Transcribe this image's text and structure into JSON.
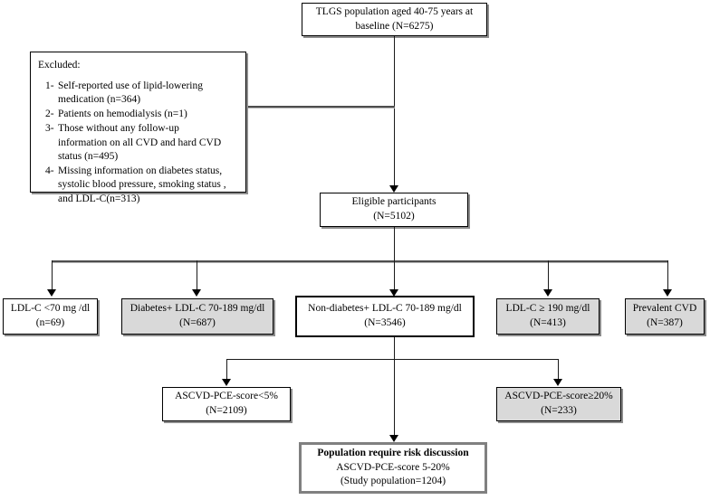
{
  "chart_data": {
    "type": "diagram",
    "title": "TLGS study participant flow diagram",
    "nodes": [
      {
        "id": "source",
        "label": "TLGS population aged 40-75 years at baseline (N=6275)",
        "n": 6275
      },
      {
        "id": "eligible",
        "label": "Eligible participants (N=5102)",
        "n": 5102
      },
      {
        "id": "ldl70",
        "label": "LDL-C <70 mg /dl (n=69)",
        "n": 69
      },
      {
        "id": "diabetes",
        "label": "Diabetes+ LDL-C 70-189 mg/dl (N=687)",
        "n": 687
      },
      {
        "id": "nondiabetes",
        "label": "Non-diabetes+ LDL-C 70-189 mg/dl (N=3546)",
        "n": 3546
      },
      {
        "id": "ldl190",
        "label": "LDL-C ≥ 190 mg/dl (N=413)",
        "n": 413
      },
      {
        "id": "prevalent",
        "label": "Prevalent CVD (N=387)",
        "n": 387
      },
      {
        "id": "score5",
        "label": "ASCVD-PCE-score<5% (N=2109)",
        "n": 2109
      },
      {
        "id": "score20",
        "label": "ASCVD-PCE-score≥20% (N=233)",
        "n": 233
      },
      {
        "id": "final",
        "label": "Population require risk discussion ASCVD-PCE-score 5-20% (Study population=1204)",
        "n": 1204
      }
    ]
  },
  "source_box": {
    "line1": "TLGS population aged 40-75 years at",
    "line2": "baseline (N=6275)"
  },
  "excluded_box": {
    "title": "Excluded:",
    "items": [
      {
        "num": "1-",
        "line1": "Self-reported use of lipid-lowering",
        "line2": "medication (n=364)"
      },
      {
        "num": "2-",
        "line1": "Patients on hemodialysis (n=1)",
        "line2": ""
      },
      {
        "num": "3-",
        "line1": "Those without any follow-up",
        "line2": "information on all CVD and hard CVD",
        "line3": "status (n=495)"
      },
      {
        "num": "4-",
        "line1": "Missing information on diabetes status,",
        "line2": "systolic blood pressure, smoking status ,",
        "line3": "and LDL-C(n=313)"
      }
    ]
  },
  "eligible_box": {
    "line1": "Eligible participants",
    "line2": "(N=5102)"
  },
  "branch_boxes": [
    {
      "line1": "LDL-C <70 mg /dl",
      "line2": "(n=69)"
    },
    {
      "line1": "Diabetes+ LDL-C 70-189 mg/dl",
      "line2": "(N=687)"
    },
    {
      "line1": "Non-diabetes+ LDL-C 70-189 mg/dl",
      "line2": "(N=3546)"
    },
    {
      "line1": "LDL-C ≥ 190 mg/dl",
      "line2": "(N=413)"
    },
    {
      "line1": "Prevalent CVD",
      "line2": "(N=387)"
    }
  ],
  "score_boxes": [
    {
      "line1": "ASCVD-PCE-score<5%",
      "line2": "(N=2109)"
    },
    {
      "line1": "ASCVD-PCE-score≥20%",
      "line2": "(N=233)"
    }
  ],
  "final_box": {
    "line1": "Population require risk discussion",
    "line2": "ASCVD-PCE-score 5-20%",
    "line3": "(Study population=1204)"
  },
  "colors": {
    "fill_gray": "#d9d9d9",
    "border_black": "#000000",
    "border_gray": "#808080",
    "shadow": "#8c8c8c",
    "background": "#ffffff"
  }
}
